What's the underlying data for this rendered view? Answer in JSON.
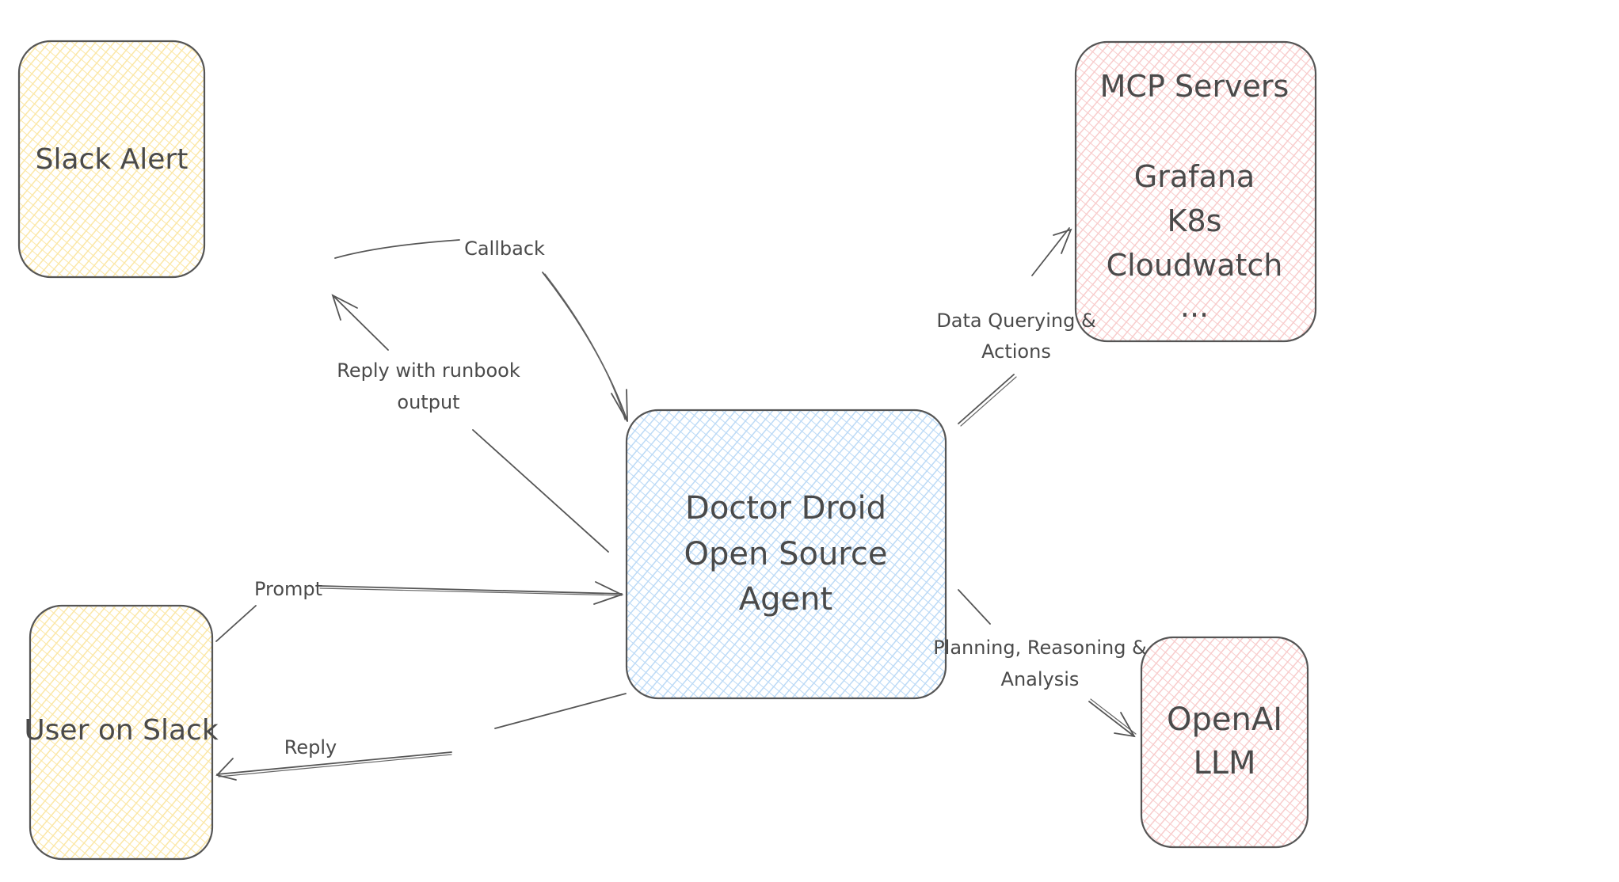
{
  "diagram": {
    "nodes": {
      "slack_alert": {
        "lines": [
          "Slack Alert"
        ],
        "color": "#fff3c4"
      },
      "user_on_slack": {
        "lines": [
          "User on Slack"
        ],
        "color": "#fff3c4"
      },
      "agent": {
        "lines": [
          "Doctor Droid",
          "Open Source",
          "Agent"
        ],
        "color": "#c9e2f8"
      },
      "mcp_servers": {
        "lines": [
          "MCP Servers",
          "",
          "Grafana",
          "K8s",
          "Cloudwatch",
          "..."
        ],
        "color": "#fbd3d3"
      },
      "openai": {
        "lines": [
          "OpenAI",
          "LLM"
        ],
        "color": "#fbd3d3"
      }
    },
    "edges": {
      "callback": {
        "from": "slack_alert",
        "to": "agent",
        "lines": [
          "Callback"
        ]
      },
      "reply_runbook": {
        "from": "agent",
        "to": "slack_alert",
        "lines": [
          "Reply with runbook",
          "output"
        ]
      },
      "prompt": {
        "from": "user_on_slack",
        "to": "agent",
        "lines": [
          "Prompt"
        ]
      },
      "reply": {
        "from": "agent",
        "to": "user_on_slack",
        "lines": [
          "Reply"
        ]
      },
      "data_querying": {
        "from": "agent",
        "to": "mcp_servers",
        "lines": [
          "Data Querying &",
          "Actions"
        ]
      },
      "planning": {
        "from": "agent",
        "to": "openai",
        "lines": [
          "Planning, Reasoning &",
          "Analysis"
        ]
      }
    }
  }
}
